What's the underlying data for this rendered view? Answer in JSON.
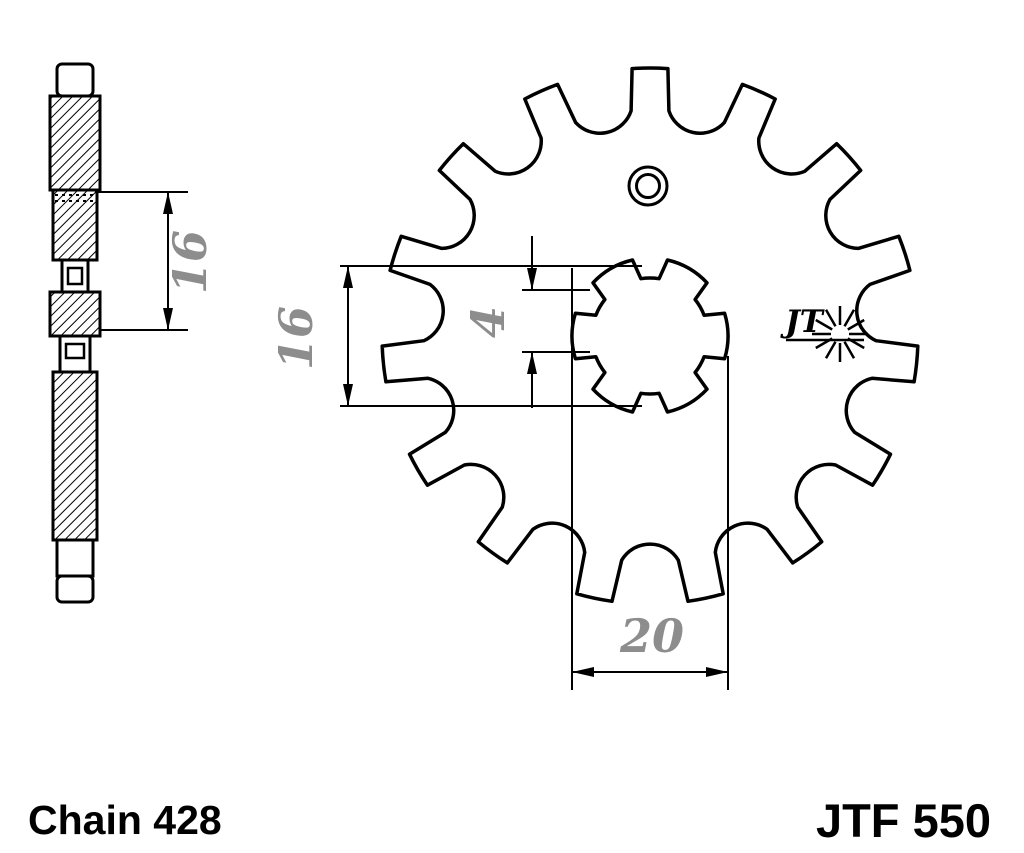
{
  "captions": {
    "chain": "Chain 428",
    "part_number": "JTF 550"
  },
  "logo": {
    "text": "JT"
  },
  "dim_labels": {
    "side_16": "16",
    "front_16": "16",
    "front_4": "4",
    "front_20": "20"
  },
  "colors": {
    "line": "#000000",
    "dimension_text": "#8d8d8d",
    "background": "#ffffff"
  }
}
